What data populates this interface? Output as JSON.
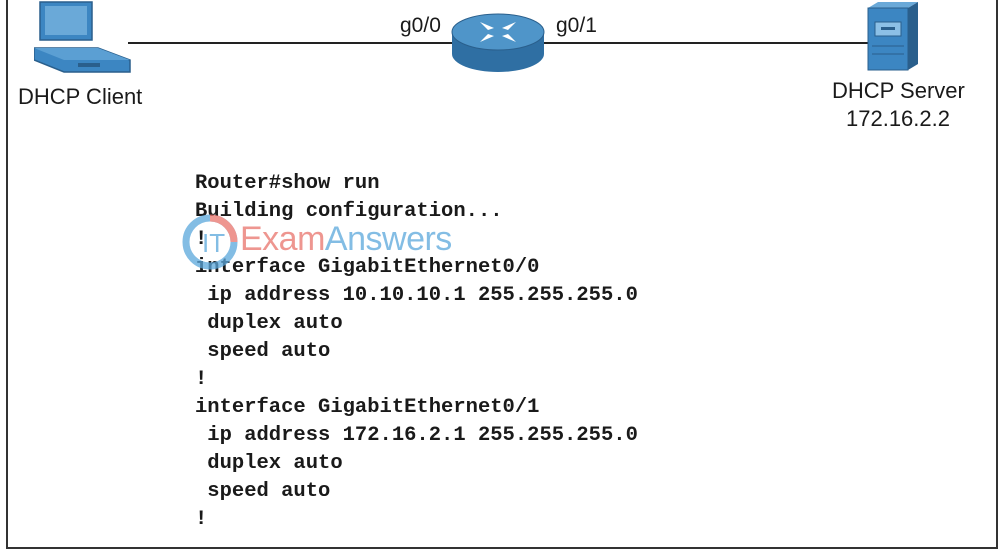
{
  "diagram": {
    "nodes": {
      "client": {
        "label": "DHCP Client",
        "icon": "pc-icon"
      },
      "router": {
        "icon": "router-icon"
      },
      "server": {
        "label_line1": "DHCP Server",
        "label_line2": "172.16.2.2",
        "icon": "server-icon"
      }
    },
    "links": {
      "client_router": {
        "router_port": "g0/0"
      },
      "router_server": {
        "router_port": "g0/1"
      }
    }
  },
  "config": {
    "lines": [
      "Router#show run",
      "Building configuration...",
      "!",
      "interface GigabitEthernet0/0",
      " ip address 10.10.10.1 255.255.255.0",
      " duplex auto",
      " speed auto",
      "!",
      "interface GigabitEthernet0/1",
      " ip address 172.16.2.1 255.255.255.0",
      " duplex auto",
      " speed auto",
      "!"
    ]
  },
  "watermark": {
    "prefix": "Exam",
    "suffix": "Answers",
    "badge": "IT"
  },
  "colors": {
    "router_body": "#2f6fa3",
    "router_top": "#4f95c9",
    "device_blue": "#3c86c2",
    "watermark_red": "#e9736b",
    "watermark_blue": "#5aa7dc"
  }
}
